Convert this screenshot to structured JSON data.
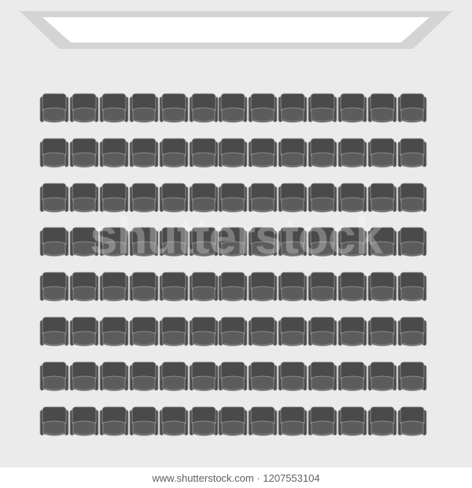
{
  "scene": {
    "background_color": "#ebebeb",
    "screen_icon": "projection-screen",
    "screen_frame_color": "#d4d4d4",
    "screen_face_color": "#ffffff",
    "seat_icon": "theater-seat",
    "seat_color": "#4a4a4a",
    "seat_cushion_color": "#5c5c5c",
    "seat_outline_color": "#9a9a9a",
    "rows": 8,
    "seats_per_row": 13
  },
  "watermark": {
    "text": "shutterstock"
  },
  "footer": {
    "text": "www.shutterstock.com · 1207553104"
  }
}
